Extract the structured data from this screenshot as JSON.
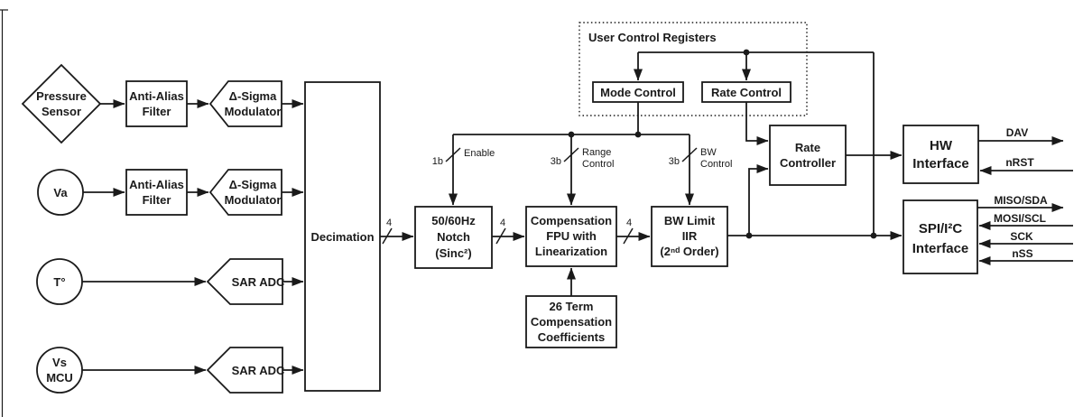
{
  "colors": {
    "line": "#1a1a1a",
    "background": "#ffffff"
  },
  "sources": {
    "pressure_sensor": {
      "l1": "Pressure",
      "l2": "Sensor"
    },
    "va": {
      "l1": "Va"
    },
    "temperature": {
      "l1": "T°"
    },
    "vs_mcu": {
      "l1": "Vs",
      "l2": "MCU"
    }
  },
  "blocks": {
    "anti_alias_filter": {
      "l1": "Anti-Alias",
      "l2": "Filter"
    },
    "delta_sigma_modulator": {
      "l1": "Δ-Sigma",
      "l2": "Modulator"
    },
    "sar_adc": {
      "l1": "SAR ADC"
    },
    "decimation": {
      "l1": "Decimation"
    },
    "notch": {
      "l1": "50/60Hz",
      "l2": "Notch",
      "l3": "(Sinc²)"
    },
    "fpu": {
      "l1": "Compensation",
      "l2": "FPU with",
      "l3": "Linearization"
    },
    "bw_iir": {
      "l1": "BW Limit",
      "l2": "IIR",
      "l3": "(2ⁿᵈ Order)"
    },
    "coefficients": {
      "l1": "26 Term",
      "l2": "Compensation",
      "l3": "Coefficients"
    },
    "user_control_registers": {
      "l1": "User Control Registers"
    },
    "mode_control": {
      "l1": "Mode Control"
    },
    "rate_control": {
      "l1": "Rate Control"
    },
    "rate_controller": {
      "l1": "Rate",
      "l2": "Controller"
    },
    "hw_interface": {
      "l1": "HW",
      "l2": "Interface"
    },
    "spi_i2c_interface": {
      "l1": "SPI/I²C",
      "l2": "Interface"
    }
  },
  "bus_labels": {
    "width4": "4",
    "enable": {
      "bits": "1b",
      "l1": "Enable"
    },
    "range": {
      "bits": "3b",
      "l1": "Range",
      "l2": "Control"
    },
    "bw": {
      "bits": "3b",
      "l1": "BW",
      "l2": "Control"
    }
  },
  "signals": {
    "dav": "DAV",
    "nrst": "nRST",
    "miso_sda": "MISO/SDA",
    "mosi_scl": "MOSI/SCL",
    "sck": "SCK",
    "nss": "nSS"
  }
}
